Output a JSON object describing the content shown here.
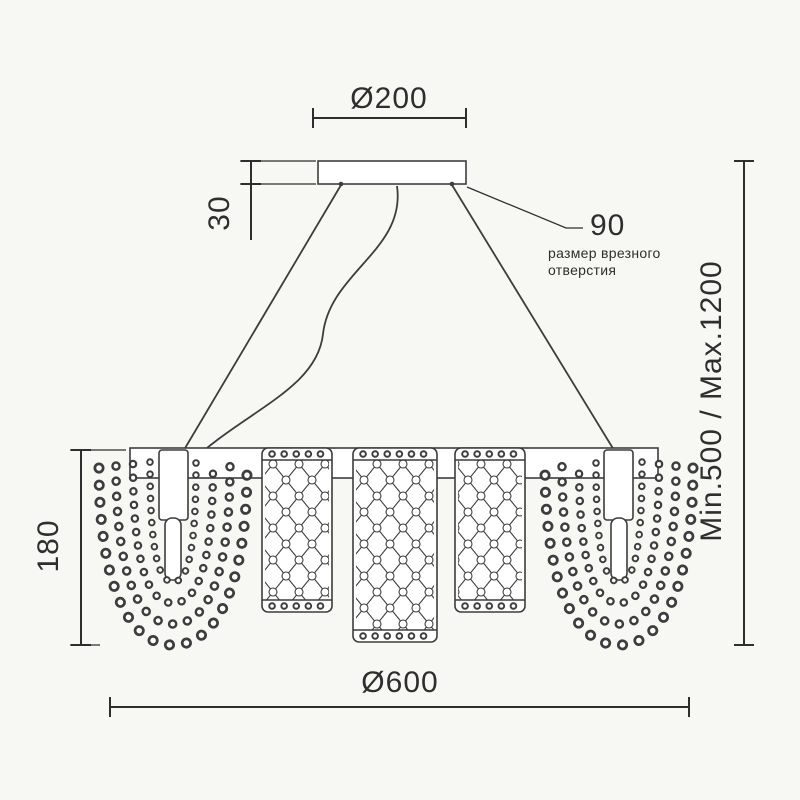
{
  "drawing": {
    "colors": {
      "line": "#3d3d3d",
      "text": "#2e2e2e",
      "background": "#f7f7f4"
    }
  },
  "labels": {
    "canopy_diameter": "Ø200",
    "canopy_height": "30",
    "cutout_size": "90",
    "cutout_note_line1": "размер врезного",
    "cutout_note_line2": "отверстия",
    "suspension_range": "Min.500 / Max.1200",
    "body_height": "180",
    "overall_diameter": "Ø600"
  }
}
